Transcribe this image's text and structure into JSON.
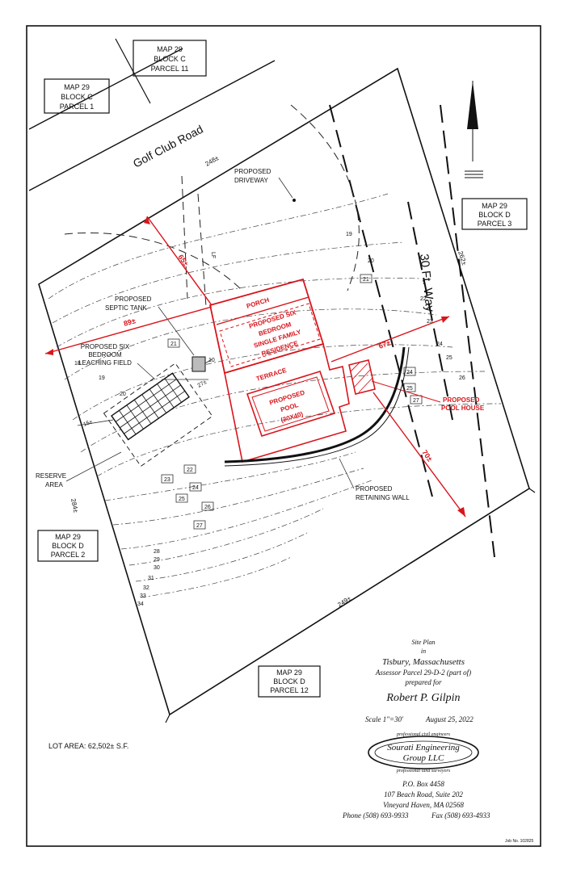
{
  "labels": {
    "map_block_c_11": [
      "MAP 29",
      "BLOCK C",
      "PARCEL 11"
    ],
    "map_block_c_1": [
      "MAP 29",
      "BLOCK C",
      "PARCEL 1"
    ],
    "map_block_d_3": [
      "MAP 29",
      "BLOCK D",
      "PARCEL 3"
    ],
    "map_block_d_2": [
      "MAP 29",
      "BLOCK D",
      "PARCEL 2"
    ],
    "map_block_d_12": [
      "MAP 29",
      "BLOCK D",
      "PARCEL 12"
    ],
    "road": "Golf Club Road",
    "way": "30 Ft. Way",
    "proposed_driveway": [
      "PROPOSED",
      "DRIVEWAY"
    ],
    "proposed_septic": [
      "PROPOSED",
      "SEPTIC TANK"
    ],
    "leaching_field": [
      "PROPOSED SIX",
      "BEDROOM",
      "LEACHING FIELD"
    ],
    "reserve_area": [
      "RESERVE",
      "AREA"
    ],
    "retaining_wall": [
      "PROPOSED",
      "RETAINING WALL"
    ],
    "porch": "PORCH",
    "residence": [
      "PROPOSED SIX",
      "BEDROOM",
      "SINGLE FAMILY",
      "RESIDENCE"
    ],
    "terrace": "TERRACE",
    "pool": [
      "PROPOSED",
      "POOL",
      "(20X40)"
    ],
    "pool_house": [
      "PROPOSED",
      "POOL HOUSE"
    ],
    "lot_area": "LOT AREA: 62,502± S.F.",
    "job_no": "Job No. 102825"
  },
  "dimensions": {
    "top_boundary": "248±",
    "right_boundary": "262±",
    "left_boundary": "284±",
    "bottom_boundary": "249±",
    "setback_front": "65±",
    "setback_left": "89±",
    "setback_right": "67±",
    "setback_rear": "70±",
    "septic_to_field": "27±",
    "field_to_line": "15±",
    "tank_distance": "10",
    "driveway_clear": "LF"
  },
  "contours": [
    "19",
    "20",
    "21",
    "22",
    "23",
    "24",
    "25",
    "26",
    "27",
    "28",
    "29",
    "30",
    "31",
    "32",
    "33",
    "34",
    "18"
  ],
  "title_block": {
    "heading": "Site Plan",
    "in": "in",
    "location": "Tisbury, Massachusetts",
    "parcel": "Assessor Parcel 29-D-2 (part of)",
    "prepared_for": "prepared for",
    "client": "Robert P. Gilpin",
    "scale": "Scale 1\"=30'",
    "date": "August 25, 2022",
    "company_line1": "Sourati Engineering",
    "company_line2": "Group LLC",
    "company_ring_top": "professional civil engineers",
    "company_ring_bottom": "professional land surveyors",
    "address1": "P.O. Box 4458",
    "address2": "107 Beach Road, Suite 202",
    "address3": "Vineyard Haven, MA 02568",
    "phone": "Phone (508) 693-9933",
    "fax": "Fax (508) 693-4933"
  },
  "colors": {
    "proposed": "#d9151c",
    "linework": "#111111"
  },
  "icons": {
    "north_arrow": "north-arrow-icon"
  }
}
